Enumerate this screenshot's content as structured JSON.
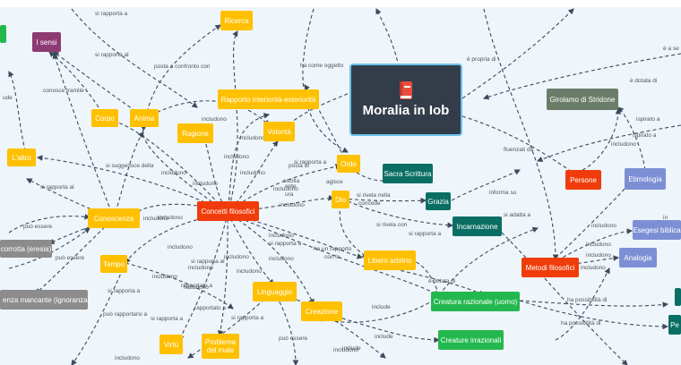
{
  "map": {
    "central_title": "Moralia in Iob",
    "central_icon": "book-icon",
    "colors": {
      "background": "#eef5fb",
      "central": "#333d4a",
      "central_border": "#6cc0e8",
      "concept": "#ffc000",
      "category": "#f03c0a",
      "creature": "#23b84e",
      "theology": "#0b6e64",
      "negation": "#8c8c8c",
      "exegesis": "#7d8fd4",
      "senses": "#8e3a73",
      "author": "#6a7d69",
      "edge": "#3d4a5c"
    }
  },
  "nodes": {
    "sensi": "I sensi",
    "ricerca": "Ricerca",
    "corpo": "Corpo",
    "anima": "Anima",
    "rapporto": "Rapporto interiorità-esteriorità",
    "ragione": "Ragione",
    "volonta": "Volontà",
    "altro": "L'altro",
    "ordo": "Ordo",
    "dio": "Dio",
    "sacra": "Sacra Scrittura",
    "grazia": "Grazia",
    "incarnazione": "Incarnazione",
    "concetti": "Concetti filosofici",
    "conoscenza": "Conoscenza",
    "corrotta": "corrotta (eresia)",
    "tempo": "Tempo",
    "libero": "Libero arbitrio",
    "metodi": "Metodi filosofici",
    "analogia": "Analogia",
    "esegesi": "Esegesi biblica",
    "etimologia": "Etimologia",
    "persone": "Persone",
    "girolamo": "Girolamo di Stridone",
    "mancante": "enza mancante (ignoranza)",
    "linguaggio": "Linguaggio",
    "creazione": "Creazione",
    "creatura": "Creatura razionale (uomo)",
    "irrazionali": "Creature irrazionali",
    "virtu": "Virtù",
    "problema": "Problema del male"
  },
  "edge_labels": {
    "l1": "si rapporta a",
    "l2": "si rapporta al",
    "l3": "posta a confronto con",
    "l4": "ha come oggetto",
    "l5": "è propria di",
    "l6": "è dotata di",
    "l7": "è a se",
    "l8": "conosce tramite i",
    "l9": "ude",
    "l10": "includono",
    "l11": "includono",
    "l12": "includono",
    "l13": "includono",
    "l14": "includono",
    "l15": "includono",
    "l16": "includono",
    "l17": "includono",
    "l18": "includono",
    "l19": "includono",
    "l20": "includono",
    "l21": "includono",
    "l22": "includono",
    "l23": "includono",
    "l24": "includono",
    "l25": "include",
    "l26": "include",
    "l27": "include",
    "l28": "includono",
    "l29": "includono",
    "l30": "includono",
    "l31": "includono",
    "l32": "includono",
    "l33": "si rapporta al",
    "l34": "si rapporta al",
    "l35": "rapportato a",
    "l36": "si rapporta a",
    "l37": "rapportato a",
    "l38": "si rapporta a",
    "l39": "può rapportarsi a",
    "l40": "si rapporta a",
    "l41": "si rapporta a",
    "l42": "si rapporta a",
    "l43": "si rapporta a",
    "l44": "può essere",
    "l45": "può essere",
    "l46": "può essere",
    "l47": "posta di",
    "l48": "ispirato a",
    "l49": "si rivela nella",
    "l50": "concede",
    "l51": "si rivela con",
    "l52": "informa su",
    "l53": "si adatta a",
    "l54": "fluenzati da",
    "l55": "è dotata di",
    "l56": "ha possibilità di",
    "l57": "ha possibilità di",
    "l58": "ispirato a",
    "l59": "includono",
    "l60": "includono",
    "l61": "ha un rapporto",
    "l62": "con la",
    "l63": "si suggerisce della",
    "l64": "oscilla",
    "l65": "agisce",
    "l66": "ente",
    "l67": "ura",
    "l68": "includono",
    "l69": "includono",
    "l70": "includono",
    "l71": "in"
  }
}
